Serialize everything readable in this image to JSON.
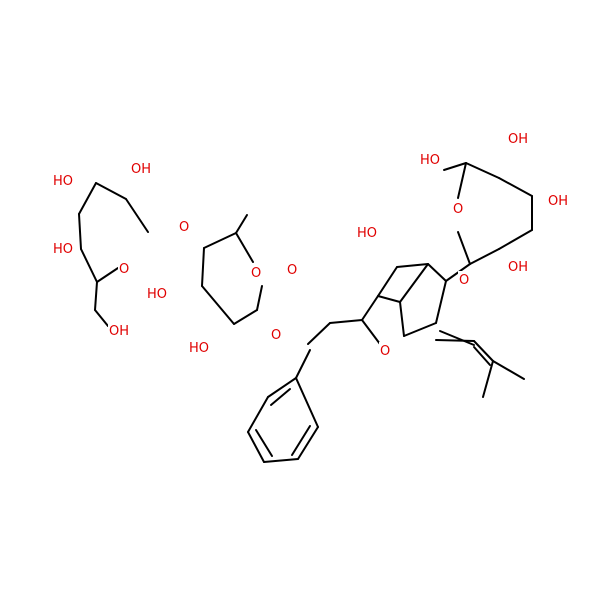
{
  "structure": {
    "atom_color_oxygen": "#e00000",
    "bond_color": "#000000",
    "background": "#ffffff",
    "labels": {
      "glc1_oh_a": "HO",
      "glc1_oh_b": "OH",
      "glc1_oh_c": "HO",
      "glc1_ch2oh": "OH",
      "glc1_ring_o": "O",
      "glycosidic_o_1": "O",
      "rha_oh_a": "HO",
      "rha_oh_b": "HO",
      "rha_ring_o": "O",
      "glycosidic_o_2": "O",
      "carbonyl_o": "O",
      "oh_5": "HO",
      "chromone_o": "O",
      "glycosidic_o_3": "O",
      "glc2_ring_o": "O",
      "glc2_ch2oh": "HO",
      "glc2_oh_a": "OH",
      "glc2_oh_b": "OH",
      "glc2_oh_c": "OH"
    }
  }
}
